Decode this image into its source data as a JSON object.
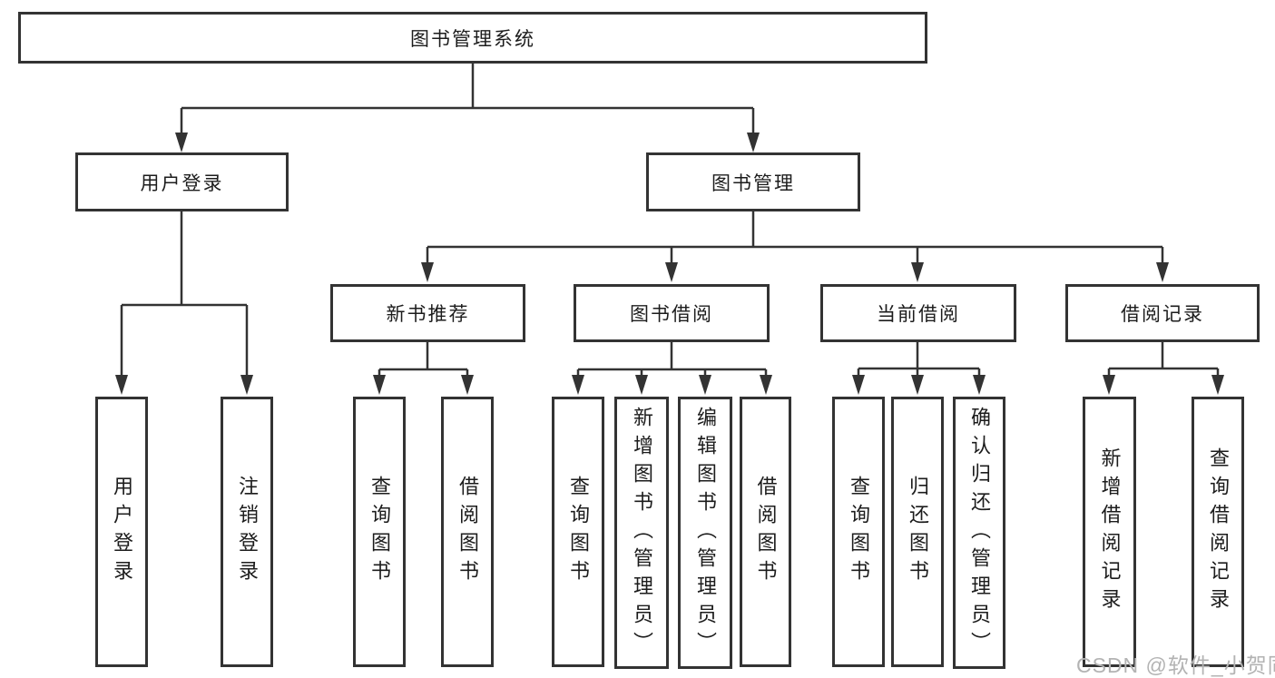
{
  "root": {
    "label": "图书管理系统"
  },
  "level2": {
    "user_login": "用户登录",
    "book_management": "图书管理"
  },
  "level3": {
    "new_book_recommend": "新书推荐",
    "book_borrow": "图书借阅",
    "current_borrow": "当前借阅",
    "borrow_records": "借阅记录"
  },
  "leaves": {
    "user_login_login": "用户登录",
    "user_login_logout": "注销登录",
    "recommend_query": "查询图书",
    "recommend_borrow": "借阅图书",
    "borrow_query": "查询图书",
    "borrow_add": "新增图书（管理员）",
    "borrow_edit": "编辑图书（管理员）",
    "borrow_borrow": "借阅图书",
    "current_query": "查询图书",
    "current_return": "归还图书",
    "current_confirm": "确认归还（管理员）",
    "records_add": "新增借阅记录",
    "records_query": "查询借阅记录"
  },
  "watermark": "CSDN @软件_小贺同学",
  "colors": {
    "line": "#333333",
    "border": "#333333",
    "text": "#1c1c1c",
    "watermark": "#b3b3b3",
    "background": "#ffffff"
  }
}
